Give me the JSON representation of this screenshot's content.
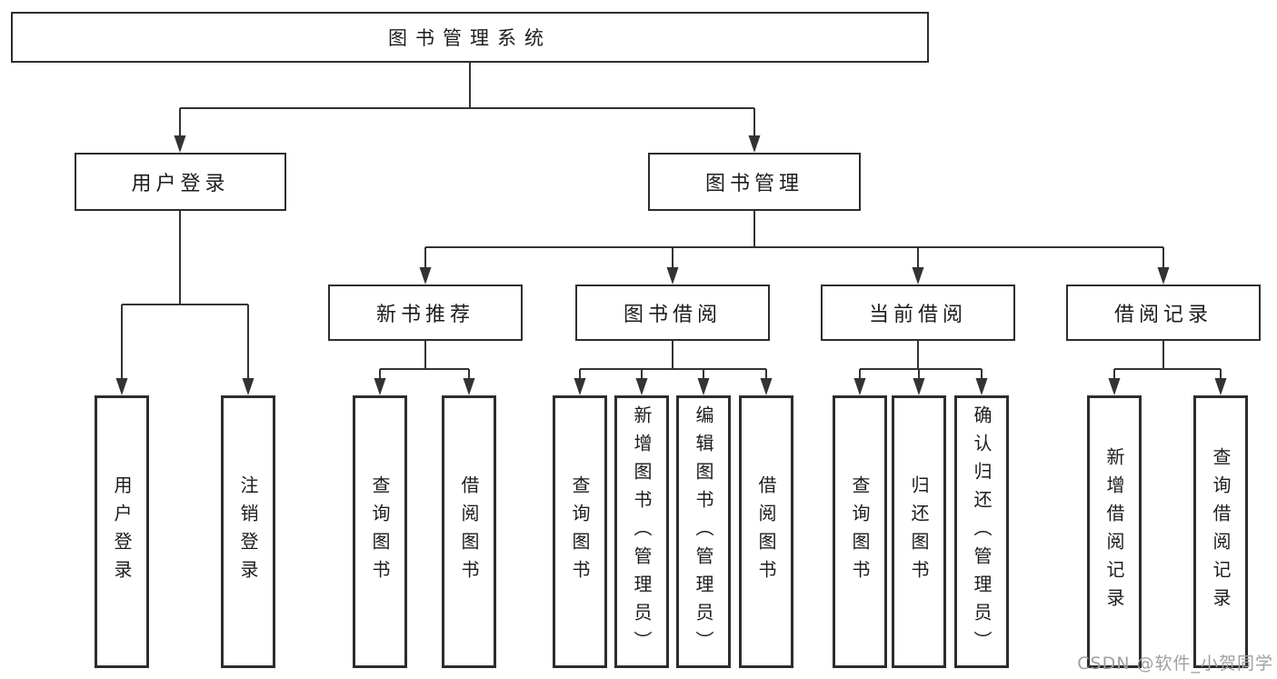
{
  "diagram": {
    "root": {
      "label": "图书管理系统"
    },
    "level2": {
      "user_login": {
        "label": "用户登录"
      },
      "book_mgmt": {
        "label": "图书管理"
      }
    },
    "level3": {
      "new_book": {
        "label": "新书推荐"
      },
      "book_borrow": {
        "label": "图书借阅"
      },
      "current_borrow": {
        "label": "当前借阅"
      },
      "borrow_record": {
        "label": "借阅记录"
      }
    },
    "leaves": {
      "user_login": [
        "用户登录",
        "注销登录"
      ],
      "new_book": [
        "查询图书",
        "借阅图书"
      ],
      "book_borrow": [
        "查询图书",
        "新增图书（管理员）",
        "编辑图书（管理员）",
        "借阅图书"
      ],
      "current_borrow": [
        "查询图书",
        "归还图书",
        "确认归还（管理员）"
      ],
      "borrow_record": [
        "新增借阅记录",
        "查询借阅记录"
      ]
    },
    "colors": {
      "line": "#333333",
      "border": "#2d2d2d",
      "text": "#1c1c1c",
      "watermark_text": "#a0a0a0",
      "background": "#ffffff"
    }
  },
  "watermark": "CSDN @软件_小贺同学"
}
